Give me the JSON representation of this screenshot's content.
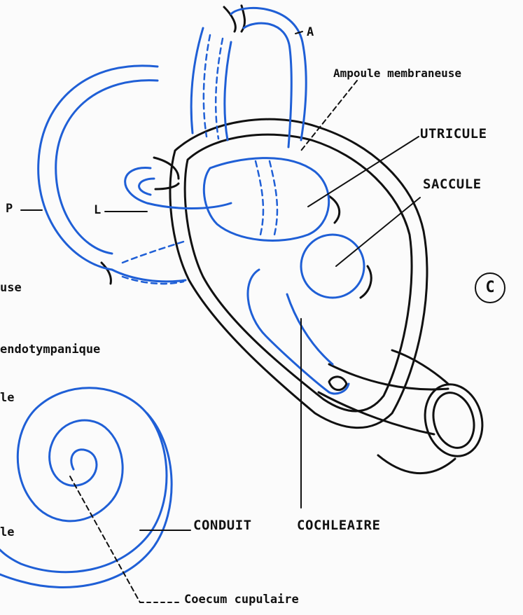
{
  "colors": {
    "membrane": "#1f5fd6",
    "bone": "#111111",
    "background": "#fbfbfb"
  },
  "labels": {
    "a": "A",
    "ampoule": "Ampoule membraneuse",
    "utricule": "UTRICULE",
    "saccule": "SACCULE",
    "p": "P",
    "l": "L",
    "c_mark": "C",
    "partial_use": "use",
    "partial_endotympanique": "endotympanique",
    "partial_le_top": "le",
    "partial_le_bottom": "le",
    "conduit": "CONDUIT",
    "cochleaire": "COCHLEAIRE",
    "coecum": "Coecum cupulaire"
  }
}
